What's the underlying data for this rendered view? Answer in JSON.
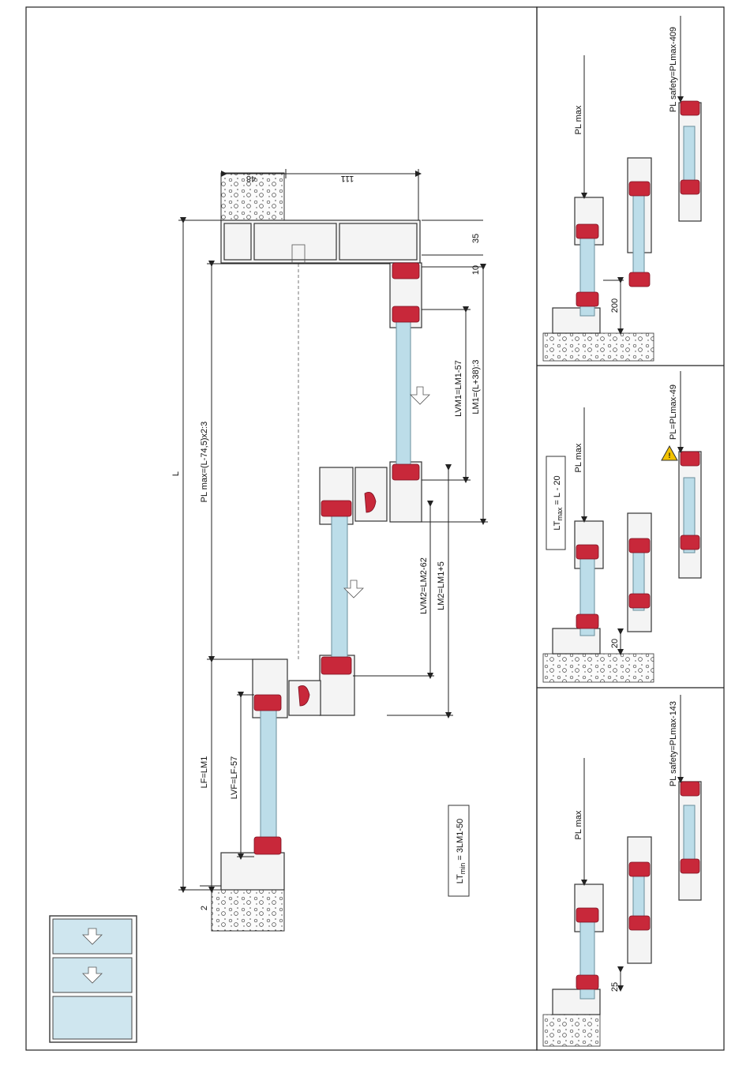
{
  "labels": {
    "L": "L",
    "pl_max_formula": "PL max=(L-74,5)x2:3",
    "lf": "LF=LM1",
    "lvf": "LVF=LF-57",
    "lvm1": "LVM1=LM1-57",
    "lm1": "LM1=(L+38):3",
    "lvm2": "LVM2=LM2-62",
    "lm2": "LM2=LM1+5",
    "lt_min_main": "LT",
    "lt_min_sub": "min",
    "lt_min_rest": " = 3LM1-50",
    "dim_48": "48",
    "dim_111": "111",
    "dim_35": "35",
    "dim_10": "10",
    "dim_2": "2"
  },
  "panels": [
    {
      "pl_max": "PL max",
      "safety": "PL safety=PLmax-409",
      "gap": "200"
    },
    {
      "pl_max": "PL max",
      "safety": "PL=PLmax-49",
      "gap": "20",
      "lt_max_main": "LT",
      "lt_max_sub": "max",
      "lt_max_rest": " = L - 20",
      "warning": "!"
    },
    {
      "pl_max": "PL max",
      "safety": "PL safety=PLmax-143",
      "gap": "25"
    }
  ],
  "colors": {
    "glass": "#bcdde9",
    "seal": "#c8283a",
    "warning": "#f2c200"
  }
}
